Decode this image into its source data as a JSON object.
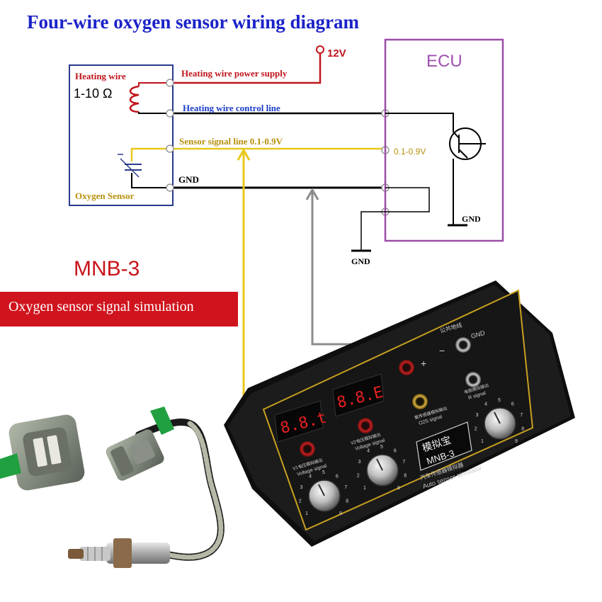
{
  "title": "Four-wire oxygen sensor wiring diagram",
  "sensor_box": {
    "heating_wire_label": "Heating wire",
    "resistance_label": "1-10 Ω",
    "oxygen_sensor_label": "Oxygen Sensor"
  },
  "wires": {
    "power_supply": "Heating wire power supply",
    "control_line": "Heating wire control line",
    "signal_line": "Sensor signal line 0.1-0.9V",
    "gnd": "GND"
  },
  "supply_voltage": "12V",
  "ecu": {
    "label": "ECU",
    "signal_range": "0.1-0.9V",
    "gnd_label": "GND"
  },
  "ground_label": "GND",
  "product_name": "MNB-3",
  "banner_text": "Oxygen sensor signal simulation",
  "device": {
    "display_1": "8.8.t",
    "display_2": "8.8.E",
    "v1_label": "V1",
    "v2_label": "V2",
    "brand_cn": "模拟宝",
    "model": "MNB-3",
    "brand_sub_cn": "汽车传感器模拟器",
    "brand_sub_en": "Auto sensor simulator",
    "common_gnd_cn": "公共地线",
    "gnd_label": "GND",
    "minus": "−",
    "plus": "+",
    "v1_output_cn": "V1电压模拟输出",
    "v1_output_en": "Voltage signal",
    "v2_output_cn": "V2电压模拟输出",
    "v2_output_en": "Voltage signal",
    "o2_output_cn": "氧传感器模拟输出",
    "o2_output_en": "O2S signal",
    "r_output_cn": "电阻模拟输出",
    "r_output_en": "R signal",
    "dial_numbers": [
      "1",
      "2",
      "3",
      "4",
      "5",
      "6",
      "7",
      "8",
      "9"
    ]
  },
  "colors": {
    "heating": "#c0141c",
    "control": "#1a3cc8",
    "signal": "#e8c81c",
    "signal_text": "#b8900c",
    "gnd_wire": "#000000",
    "gray_wire": "#8c8c8c",
    "sensor_box": "#2a3a8c",
    "ecu_box": "#9c4ca8",
    "ecu_text": "#a050b0"
  }
}
